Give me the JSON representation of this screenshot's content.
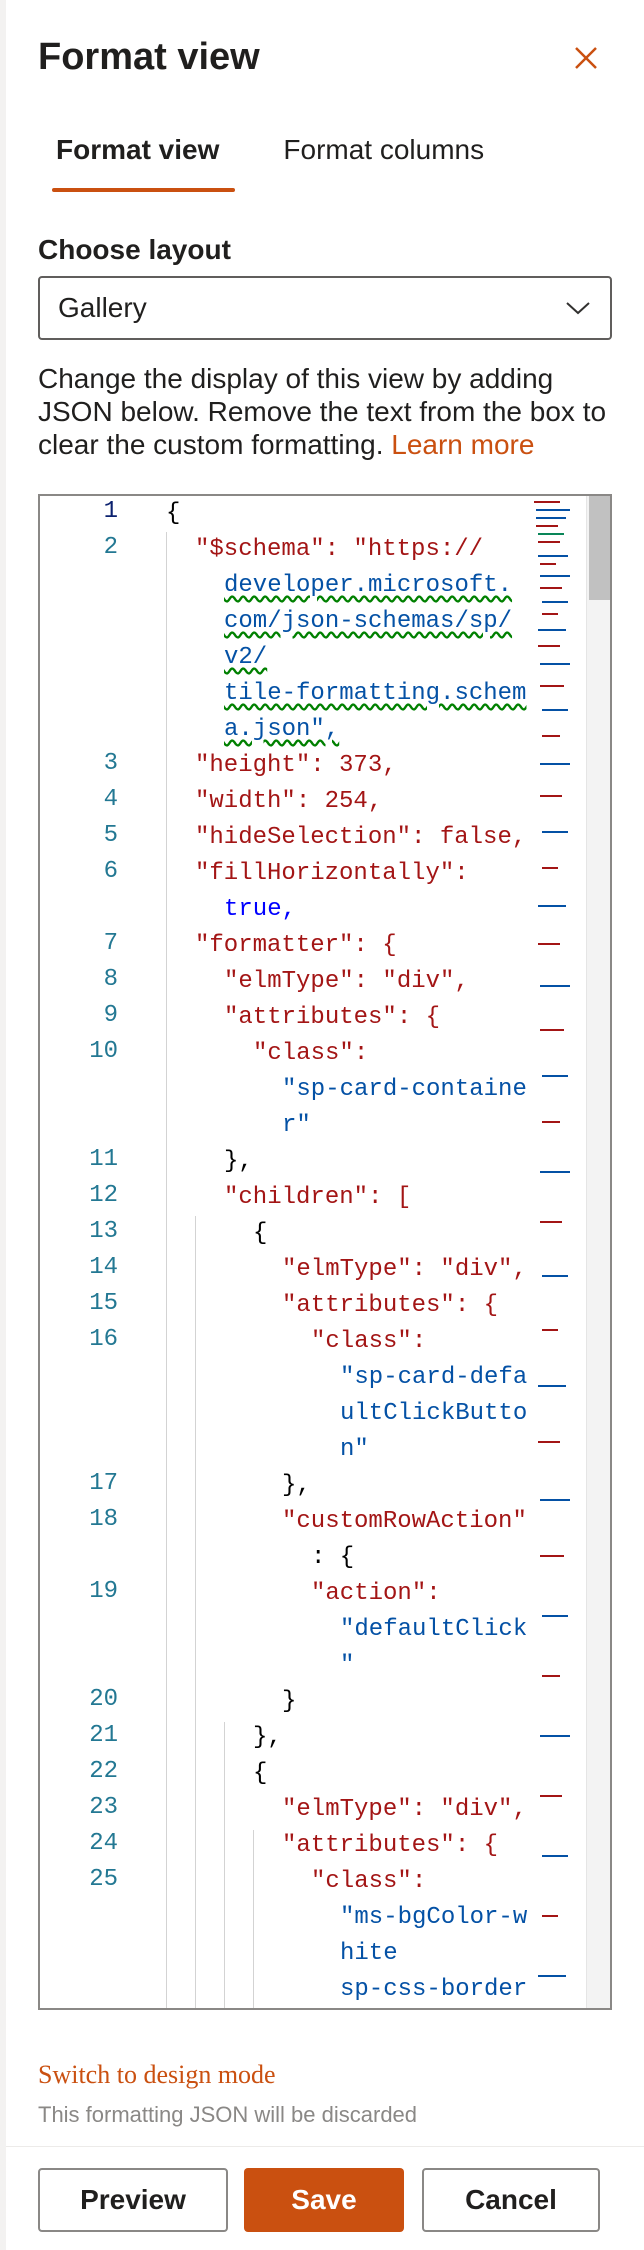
{
  "panel": {
    "title": "Format view",
    "tabs": [
      {
        "label": "Format view",
        "active": true
      },
      {
        "label": "Format columns",
        "active": false
      }
    ],
    "choose_layout_label": "Choose layout",
    "layout_selected": "Gallery",
    "description": "Change the display of this view by adding JSON below. Remove the text from the box to clear the custom formatting.",
    "learn_more": "Learn more",
    "switch_mode": "Switch to design mode",
    "discard_note": "This formatting JSON will be discarded",
    "buttons": {
      "preview": "Preview",
      "save": "Save",
      "cancel": "Cancel"
    },
    "accent_color": "#ca5010"
  },
  "editor": {
    "line_numbers": [
      "1",
      "2",
      "3",
      "4",
      "5",
      "6",
      "7",
      "8",
      "9",
      "10",
      "11",
      "12",
      "13",
      "14",
      "15",
      "16",
      "17",
      "18",
      "19",
      "20",
      "21",
      "22",
      "23",
      "24",
      "25"
    ],
    "lines": [
      "{",
      "\"$schema\": \"https://",
      "developer.microsoft.",
      "com/json-schemas/sp/",
      "v2/",
      "tile-formatting.schem",
      "a.json\",",
      "\"height\": 373,",
      "\"width\": 254,",
      "\"hideSelection\": false,",
      "\"fillHorizontally\":",
      "true,",
      "\"formatter\": {",
      "\"elmType\": \"div\",",
      "\"attributes\": {",
      "\"class\":",
      "\"sp-card-containe",
      "r\"",
      "},",
      "\"children\": [",
      "{",
      "\"elmType\": \"div\",",
      "\"attributes\": {",
      "\"class\":",
      "\"sp-card-defa",
      "ultClickButto",
      "n\"",
      "},",
      "\"customRowAction\"",
      ": {",
      "\"action\":",
      "\"defaultClick",
      "\"",
      "}",
      "},",
      "{",
      "\"elmType\": \"div\",",
      "\"attributes\": {",
      "\"class\":",
      "\"ms-bgColor-w",
      "hite",
      "sp-css-border"
    ]
  }
}
